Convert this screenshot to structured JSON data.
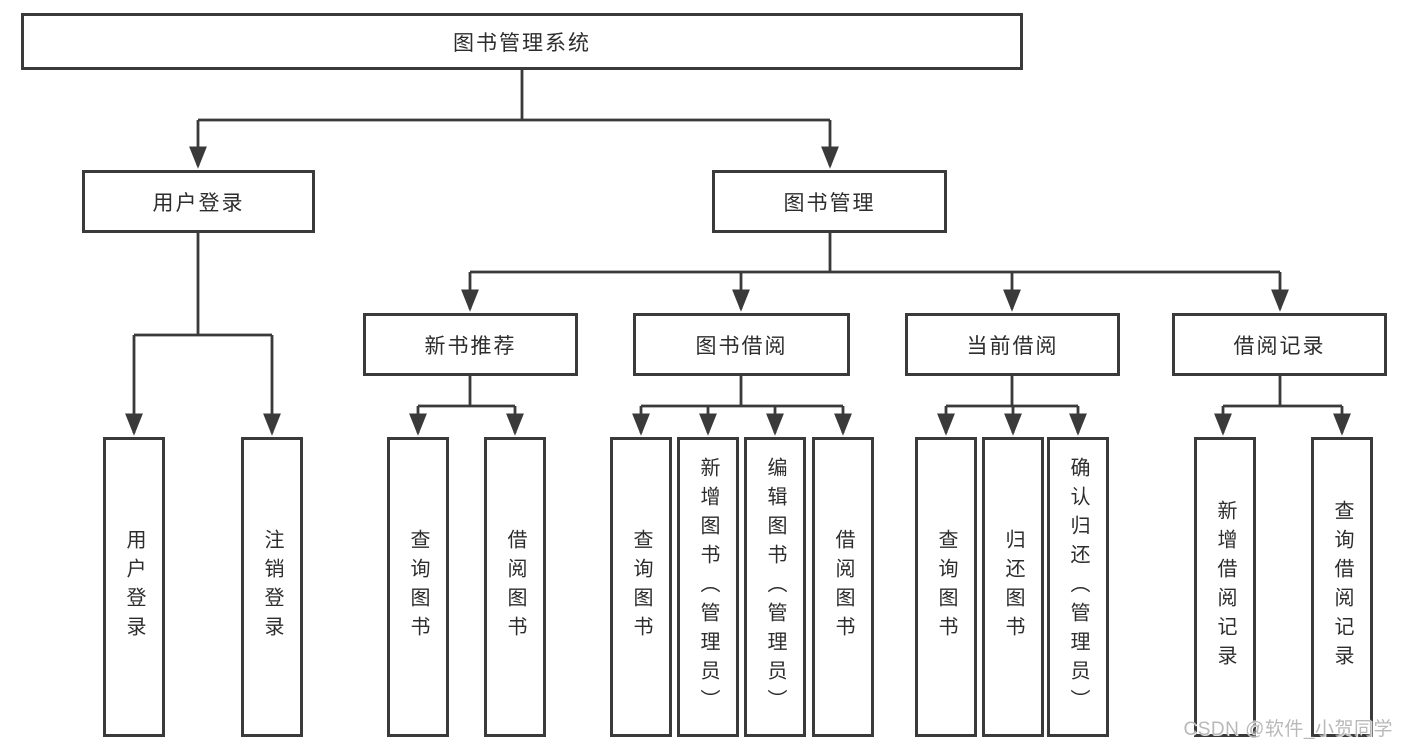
{
  "diagram": {
    "title": "图书管理系统",
    "tree": {
      "label": "图书管理系统",
      "children": [
        {
          "label": "用户登录",
          "children": [
            {
              "label": "用户登录"
            },
            {
              "label": "注销登录"
            }
          ]
        },
        {
          "label": "图书管理",
          "children": [
            {
              "label": "新书推荐",
              "children": [
                {
                  "label": "查询图书"
                },
                {
                  "label": "借阅图书"
                }
              ]
            },
            {
              "label": "图书借阅",
              "children": [
                {
                  "label": "查询图书"
                },
                {
                  "label": "新增图书（管理员）"
                },
                {
                  "label": "编辑图书（管理员）"
                },
                {
                  "label": "借阅图书"
                }
              ]
            },
            {
              "label": "当前借阅",
              "children": [
                {
                  "label": "查询图书"
                },
                {
                  "label": "归还图书"
                },
                {
                  "label": "确认归还（管理员）"
                }
              ]
            },
            {
              "label": "借阅记录",
              "children": [
                {
                  "label": "新增借阅记录"
                },
                {
                  "label": "查询借阅记录"
                }
              ]
            }
          ]
        }
      ]
    }
  },
  "watermark": {
    "text": "CSDN @软件_小贺同学"
  },
  "colors": {
    "line": "#3a3a3a",
    "box_border": "#3a3a3a",
    "text": "#2d2d2d",
    "watermark": "#b9b9b9",
    "background": "#ffffff"
  }
}
